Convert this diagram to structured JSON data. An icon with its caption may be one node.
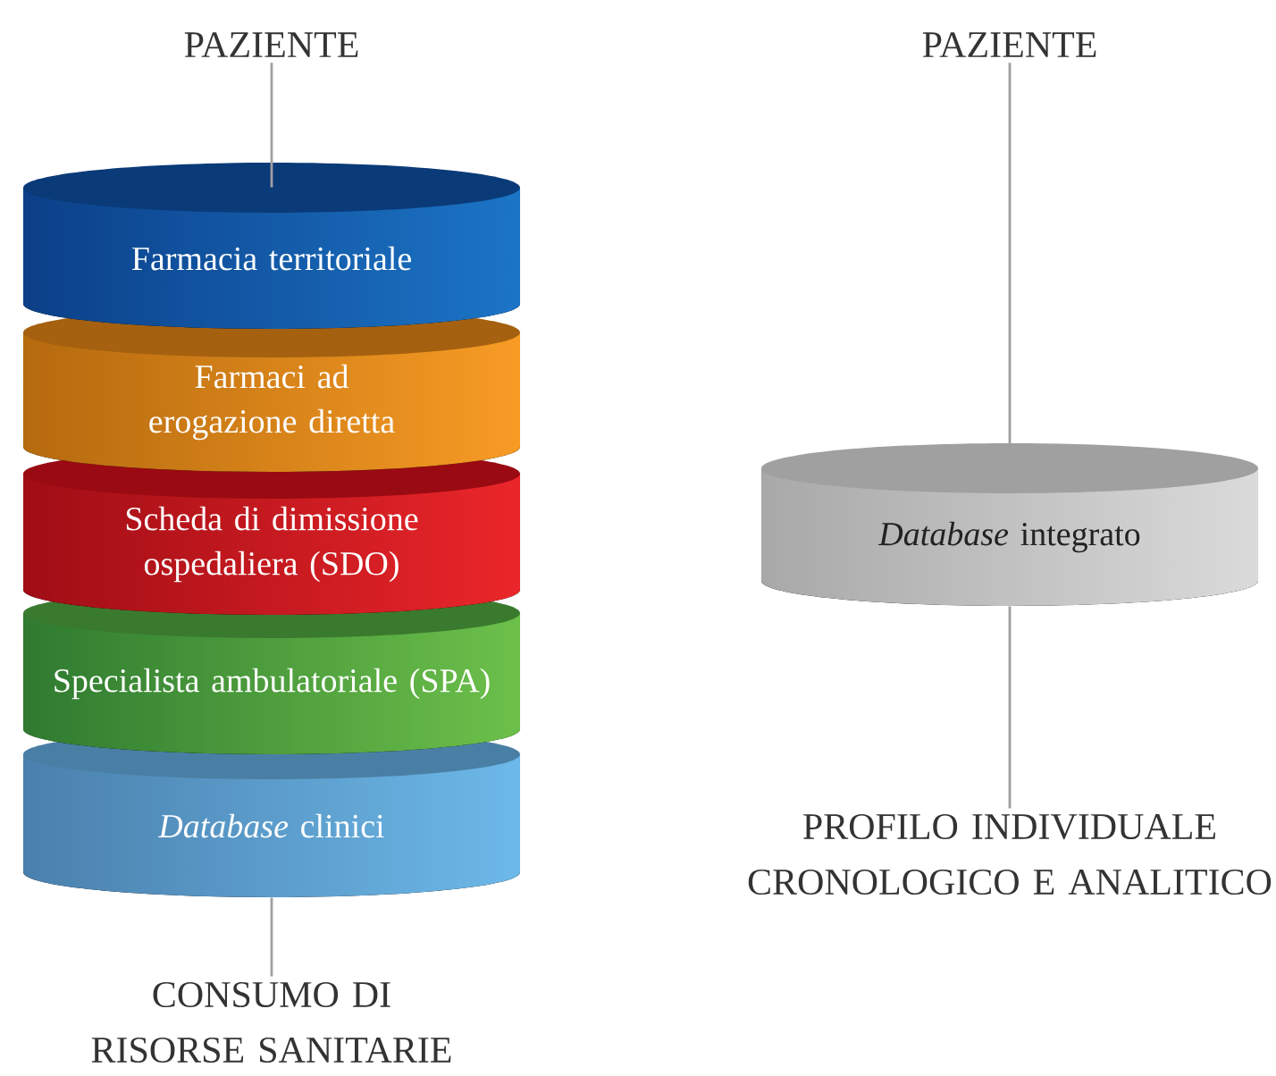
{
  "diagram": {
    "nodes": [
      {
        "text": [
          "PAZIENTE"
        ]
      },
      {
        "text": [
          "Farmacia territoriale"
        ]
      },
      {
        "text": [
          "Farmaci ad erogazione diretta"
        ]
      },
      {
        "text": [
          "Scheda di dimissione ospedaliera (SDO)"
        ]
      },
      {
        "text": [
          "Specialista ambulatoriale (SPA)"
        ]
      },
      {
        "text": [
          "*Database* clinici"
        ]
      },
      {
        "text": [
          "CONSUMO DI RISORSE SANITARIE"
        ]
      },
      {
        "text": [
          "PAZIENTE"
        ]
      },
      {
        "text": [
          "*Database* integrato"
        ]
      },
      {
        "text": [
          "PROFILO INDIVIDUALE CRONOLOGICO E ANALITICO"
        ]
      }
    ],
    "edges": [
      {
        "from": 0,
        "to": 1,
        "arrow": "none"
      },
      {
        "from": 5,
        "to": 6,
        "arrow": "none"
      },
      {
        "from": 7,
        "to": 8,
        "arrow": "none"
      },
      {
        "from": 8,
        "to": 9,
        "arrow": "none"
      }
    ]
  }
}
